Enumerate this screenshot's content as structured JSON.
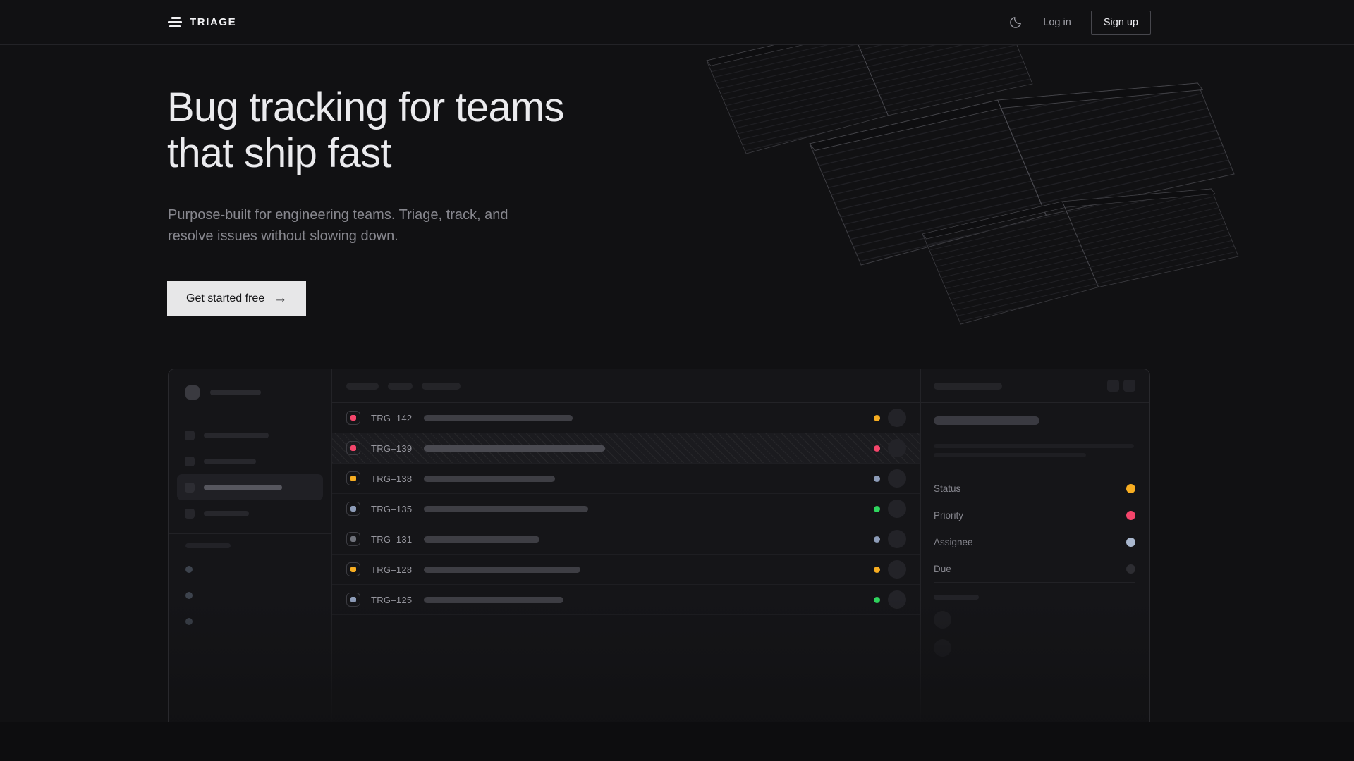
{
  "nav": {
    "brand": "TRIAGE",
    "login_label": "Log in",
    "signup_label": "Sign up"
  },
  "hero": {
    "heading_line1": "Bug tracking for teams",
    "heading_line2": "that ship fast",
    "subtitle_line1": "Purpose-built for engineering teams. Triage, track, and",
    "subtitle_line2": "resolve issues without slowing down.",
    "cta_label": "Get started free",
    "cta_arrow": "→"
  },
  "colors": {
    "amber": "#F7AD21",
    "pink": "#F4456B",
    "green": "#2FD65E",
    "slate": "#8D9CB8",
    "slate_light": "#A9B7CE",
    "gray": "#6F727B",
    "due_muted": "#2D2D32"
  },
  "mockup": {
    "issues": [
      {
        "id": "TRG–142",
        "icon_color": "pink",
        "status_color": "amber",
        "title_width": 211,
        "selected": false
      },
      {
        "id": "TRG–139",
        "icon_color": "pink",
        "status_color": "pink",
        "title_width": 257,
        "selected": true
      },
      {
        "id": "TRG–138",
        "icon_color": "amber",
        "status_color": "slate",
        "title_width": 186,
        "selected": false
      },
      {
        "id": "TRG–135",
        "icon_color": "slate",
        "status_color": "green",
        "title_width": 233,
        "selected": false
      },
      {
        "id": "TRG–131",
        "icon_color": "gray",
        "status_color": "slate",
        "title_width": 164,
        "selected": false
      },
      {
        "id": "TRG–128",
        "icon_color": "amber",
        "status_color": "amber",
        "title_width": 222,
        "selected": false
      },
      {
        "id": "TRG–125",
        "icon_color": "slate",
        "status_color": "green",
        "title_width": 198,
        "selected": false
      }
    ],
    "detail_fields": [
      {
        "label": "Status",
        "dot_color": "amber"
      },
      {
        "label": "Priority",
        "dot_color": "pink"
      },
      {
        "label": "Assignee",
        "dot_color": "slate_light"
      },
      {
        "label": "Due",
        "dot_color": "due_muted"
      }
    ]
  }
}
